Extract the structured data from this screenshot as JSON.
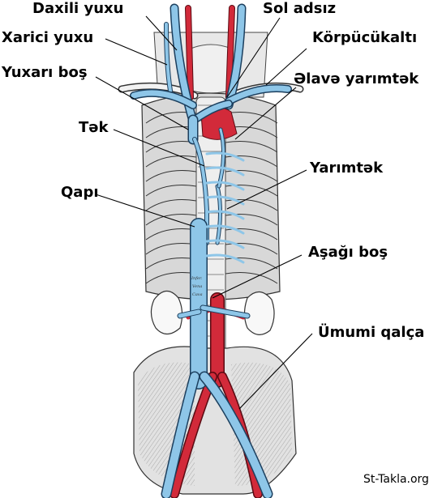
{
  "labels": {
    "daxili_yuxu": "Daxili yuxu",
    "sol_adsiz": "Sol adsız",
    "xarici_yuxu": "Xarici yuxu",
    "korpucukalti": "Körpücükaltı",
    "yuxari_bos": "Yuxarı boş",
    "elave_yarimtek": "Əlavə yarımtək",
    "tek": "Tək",
    "yarimtek": "Yarımtək",
    "qapi": "Qapı",
    "asagi_bos": "Aşağı boş",
    "umumi_qalca": "Ümumi qalça"
  },
  "watermark": "St-Takla.org",
  "tiny_text": {
    "line1": "Infer.",
    "line2": "Vena",
    "line3": "Cava"
  },
  "colors": {
    "vein": "#8ec6e8",
    "artery": "#d22a3a",
    "bone": "#e6e6e6",
    "outline": "#2a2a2a",
    "kidney": "#f8f8f8"
  }
}
